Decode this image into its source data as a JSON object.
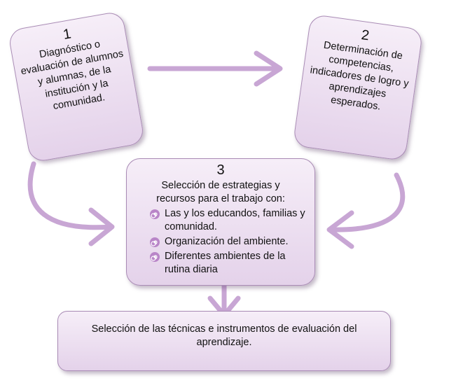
{
  "steps": [
    {
      "number": "1",
      "text": "Diagnóstico o evaluación de alumnos y alumnas, de la institución y la comunidad."
    },
    {
      "number": "2",
      "text": "Determinación de competencias, indicadores de logro y aprendizajes esperados."
    },
    {
      "number": "3",
      "text": "Selección de estrategias y recursos para el trabajo con:",
      "items": [
        "Las y los educandos, familias y comunidad.",
        "Organización del ambiente.",
        "Diferentes ambientes de la rutina diaria"
      ]
    },
    {
      "text": "Selección de las técnicas e instrumentos de evaluación del aprendizaje."
    }
  ],
  "colors": {
    "arrow": "#c8a6d4",
    "box_top": "#f6eef8",
    "box_bottom": "#e4d2ea",
    "border": "#a98bb5",
    "bullet": "#b985c8"
  }
}
